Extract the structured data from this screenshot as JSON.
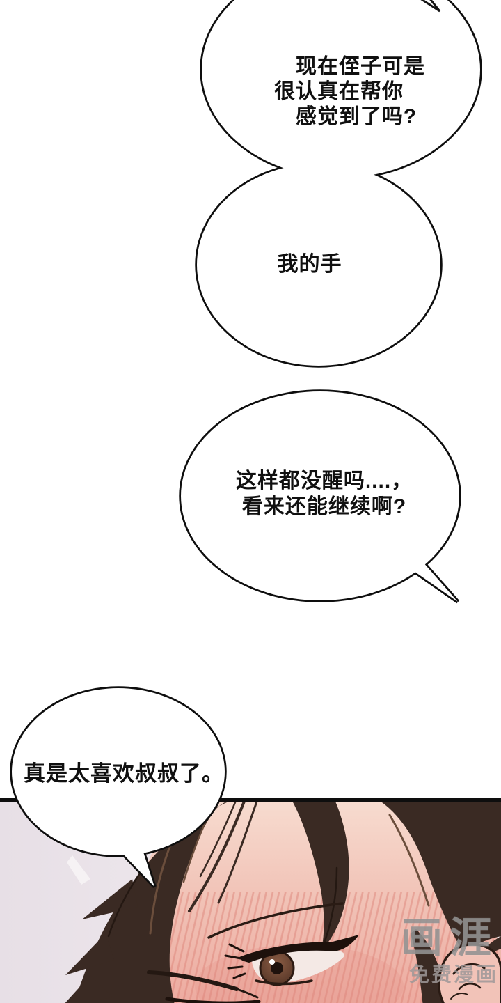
{
  "page": {
    "type": "comic-page",
    "background": "#ffffff"
  },
  "bubbles": [
    {
      "id": "bubble-1",
      "lines": [
        "现在侄子可是",
        "很认真在帮你",
        "感觉到了吗?"
      ]
    },
    {
      "id": "bubble-2",
      "lines": [
        "我的手"
      ]
    },
    {
      "id": "bubble-3",
      "lines": [
        "这样都没醒吗....，",
        "看来还能继续啊?"
      ]
    },
    {
      "id": "bubble-4",
      "lines": [
        "真是太喜欢叔叔了。"
      ]
    }
  ],
  "watermark": {
    "logo": "画涯",
    "tagline": "免费漫画",
    "color": "#8a8a8a"
  },
  "artwork": {
    "bubble_fill": "#ffffff",
    "bubble_stroke": "#0e0e0e",
    "divider_color": "#0e0e0e",
    "hair_color": "#3a2a23",
    "hair_highlight": "#6b4e3c",
    "skin_color": "#f2c8bc",
    "blush_color": "#dc8378",
    "iris_color": "#6f4b38",
    "background_left": "#e7dfe6"
  }
}
